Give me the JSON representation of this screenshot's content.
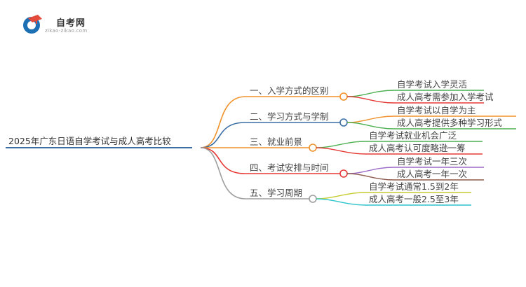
{
  "brand": {
    "name": "自考网",
    "url": "zikao-zikao.com",
    "icon": "graduation-cap-logo-icon",
    "colors": {
      "primary": "#1f6fb5",
      "accent": "#e44a3a"
    }
  },
  "root": {
    "label": "2025年广东日语自学考试与成人高考比较",
    "color": "#3a6ea5"
  },
  "branches": [
    {
      "label": "一、入学方式的区别",
      "color": "#f0912a",
      "children": [
        {
          "label": "自学考试入学灵活",
          "color": "#4caf50"
        },
        {
          "label": "成人高考需参加入学考试",
          "color": "#e53935"
        }
      ]
    },
    {
      "label": "二、学习方式与学制",
      "color": "#3a6ea5",
      "children": [
        {
          "label": "自学考试以自学为主",
          "color": "#f0912a"
        },
        {
          "label": "成人高考提供多种学习形式",
          "color": "#4caf50"
        }
      ]
    },
    {
      "label": "三、就业前景",
      "color": "#f0912a",
      "children": [
        {
          "label": "自学考试就业机会广泛",
          "color": "#4caf50"
        },
        {
          "label": "成人高考认可度略逊一筹",
          "color": "#e53935"
        }
      ]
    },
    {
      "label": "四、考试安排与时间",
      "color": "#e53935",
      "children": [
        {
          "label": "自学考试一年三次",
          "color": "#9c6ac8"
        },
        {
          "label": "成人高考一年一次",
          "color": "#8d5a4a"
        }
      ]
    },
    {
      "label": "五、学习周期",
      "color": "#9e9e9e",
      "children": [
        {
          "label": "自学考试通常1.5到2年",
          "color": "#c6cc2e"
        },
        {
          "label": "成人高考一般2.5至3年",
          "color": "#2ec4cc"
        }
      ]
    }
  ]
}
